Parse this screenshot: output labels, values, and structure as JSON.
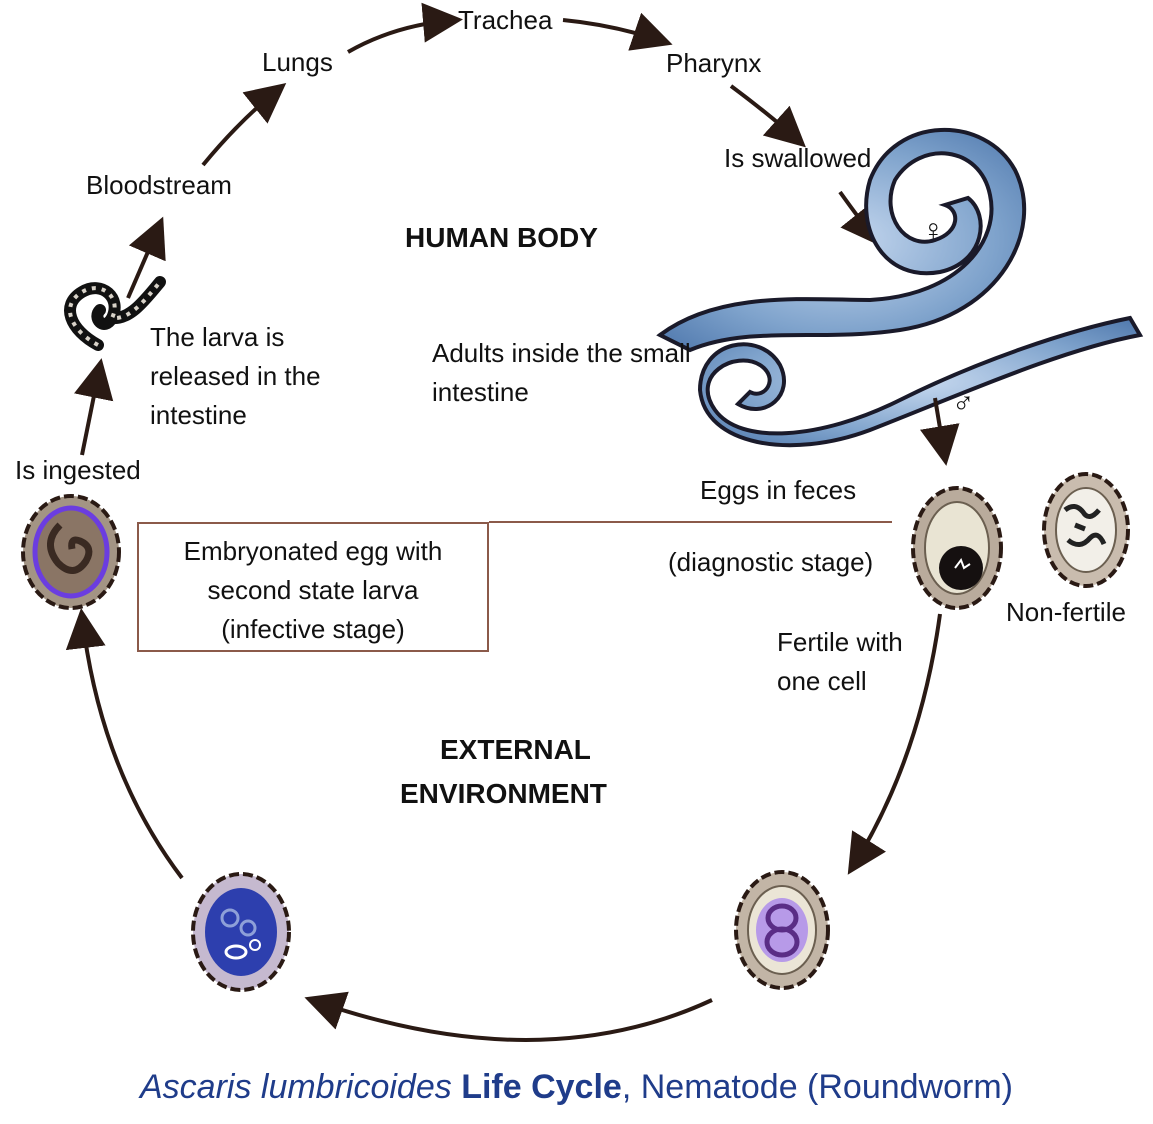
{
  "labels": {
    "trachea": "Trachea",
    "lungs": "Lungs",
    "pharynx": "Pharynx",
    "bloodstream": "Bloodstream",
    "swallowed": "Is swallowed",
    "larva_released": "The larva is released in the intestine",
    "adults": "Adults inside the small intestine",
    "ingested": "Is ingested",
    "eggs_feces": "Eggs in feces",
    "diagnostic": "(diagnostic stage)",
    "non_fertile": "Non-fertile",
    "fertile": "Fertile with one cell",
    "female_symbol": "♀",
    "male_symbol": "♂"
  },
  "headings": {
    "human_body": "HUMAN BODY",
    "external_line1": "EXTERNAL",
    "external_line2": "ENVIRONMENT"
  },
  "box": {
    "line1": "Embryonated egg with",
    "line2": "second state larva",
    "line3": "(infective stage)"
  },
  "caption": {
    "genus_species": "Ascaris lumbricoides",
    "life_cycle": "Life Cycle",
    "comma": ",",
    "rest": "Nematode (Roundworm)"
  },
  "colors": {
    "arrow": "#2a1a14",
    "worm": "#7fa3cc",
    "worm_outline": "#1a1a2a",
    "egg_shell": "#b9ab9c",
    "egg_inner": "#e9e4d3",
    "egg_purple": "#7a5cc4",
    "egg_blue": "#2d3fae",
    "caption": "#1f3c8a",
    "box_border": "#8b5a4a"
  }
}
